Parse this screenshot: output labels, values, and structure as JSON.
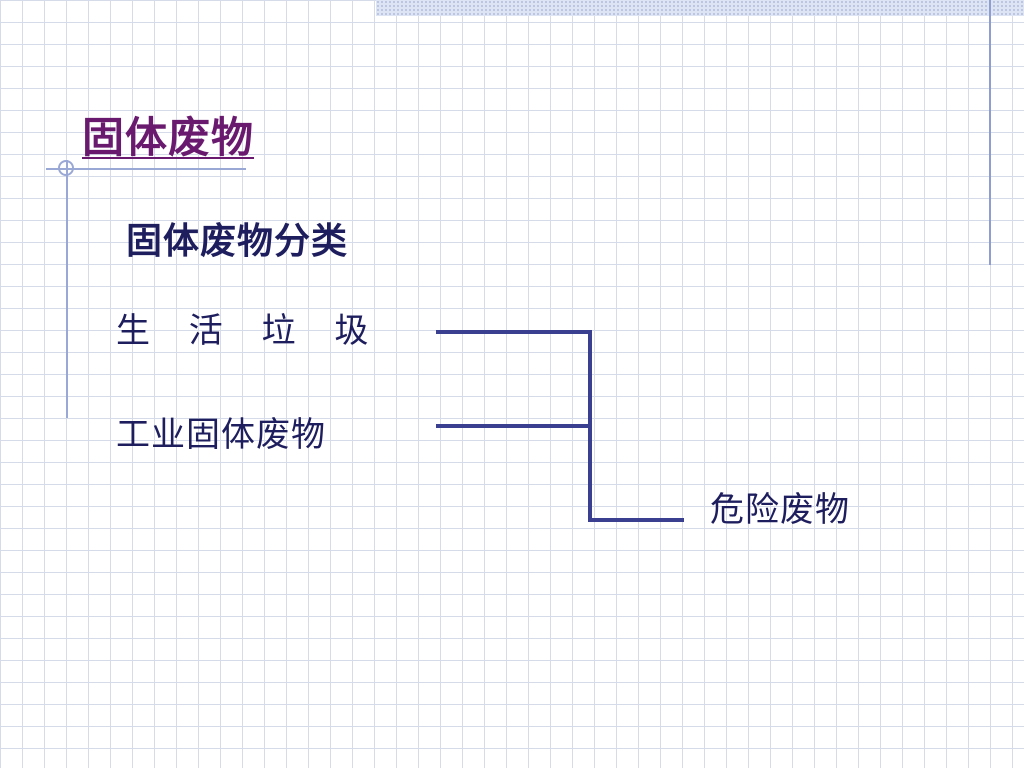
{
  "slide": {
    "title": "固体废物",
    "subtitle": "固体废物分类"
  },
  "diagram": {
    "nodes": {
      "domestic": "生 活 垃 圾",
      "industrial": "工业固体废物",
      "hazardous": "危险废物"
    },
    "line_color": "#3a3f8f"
  },
  "colors": {
    "title": "#6a1a6e",
    "text": "#1e1e5e",
    "grid": "#d6dbea",
    "accent": "#9aa8d6"
  }
}
